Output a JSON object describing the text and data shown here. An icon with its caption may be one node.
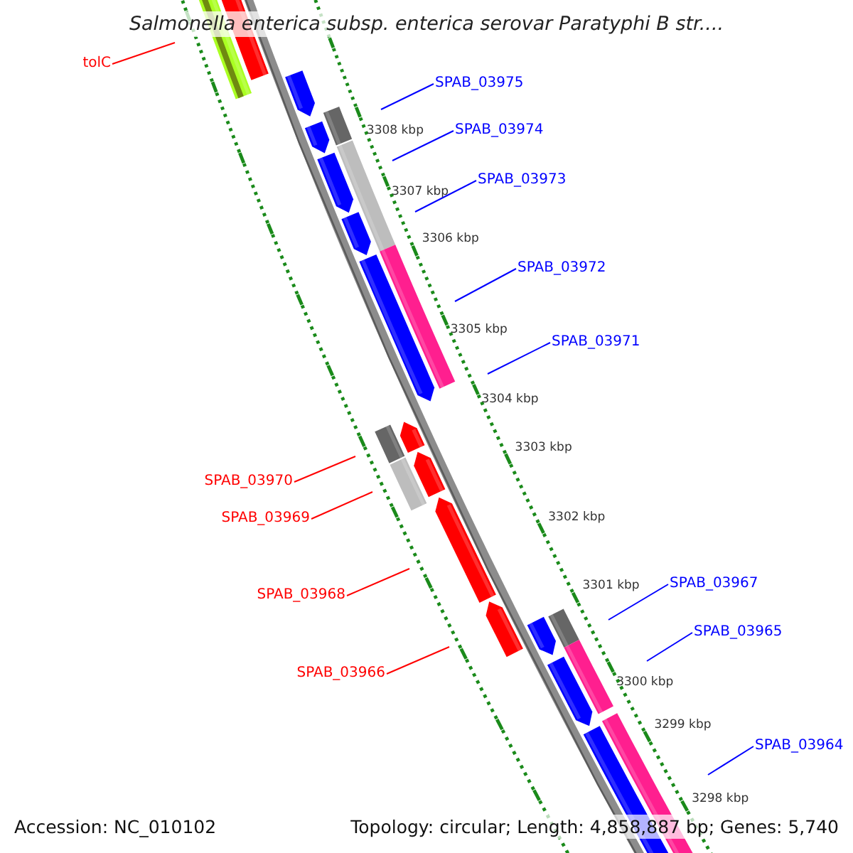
{
  "diagram": {
    "title": "Salmonella enterica subsp. enterica serovar Paratyphi B str....",
    "nodes": [
      {
        "text": [
          "tolC"
        ]
      },
      {
        "text": [
          "SPAB_03975"
        ]
      },
      {
        "text": [
          "SPAB_03974"
        ]
      },
      {
        "text": [
          "SPAB_03973"
        ]
      },
      {
        "text": [
          "SPAB_03972"
        ]
      },
      {
        "text": [
          "SPAB_03971"
        ]
      },
      {
        "text": [
          "SPAB_03970"
        ]
      },
      {
        "text": [
          "SPAB_03969"
        ]
      },
      {
        "text": [
          "SPAB_03967"
        ]
      },
      {
        "text": [
          "SPAB_03968"
        ]
      },
      {
        "text": [
          "SPAB_03965"
        ]
      },
      {
        "text": [
          "SPAB_03966"
        ]
      },
      {
        "text": [
          "SPAB_03964"
        ]
      }
    ],
    "edges": [
      {
        "from": 0,
        "to": null,
        "arrow": "none",
        "color": "#ff0000"
      },
      {
        "from": 1,
        "to": null,
        "arrow": "none"
      },
      {
        "from": 2,
        "to": null,
        "arrow": "none"
      },
      {
        "from": 3,
        "to": null,
        "arrow": "none"
      },
      {
        "from": 4,
        "to": null,
        "arrow": "none"
      },
      {
        "from": 5,
        "to": null,
        "arrow": "none"
      },
      {
        "from": 6,
        "to": null,
        "arrow": "none",
        "color": "#ff0000"
      },
      {
        "from": 7,
        "to": null,
        "arrow": "none",
        "color": "#ff0000"
      },
      {
        "from": 8,
        "to": null,
        "arrow": "none"
      },
      {
        "from": 9,
        "to": null,
        "arrow": "none",
        "color": "#ff0000"
      },
      {
        "from": 10,
        "to": null,
        "arrow": "none"
      },
      {
        "from": 11,
        "to": null,
        "arrow": "none",
        "color": "#ff0000"
      },
      {
        "from": 12,
        "to": null,
        "arrow": "none"
      }
    ],
    "labels": [
      "3308 kbp",
      "3307 kbp",
      "3306 kbp",
      "3305 kbp",
      "3304 kbp",
      "3303 kbp",
      "3302 kbp",
      "3301 kbp",
      "3300 kbp",
      "3299 kbp",
      "3298 kbp",
      "Accession: NC_010102",
      "Topology: circular; Length: 4,858,887 bp; Genes: 5,740"
    ]
  }
}
